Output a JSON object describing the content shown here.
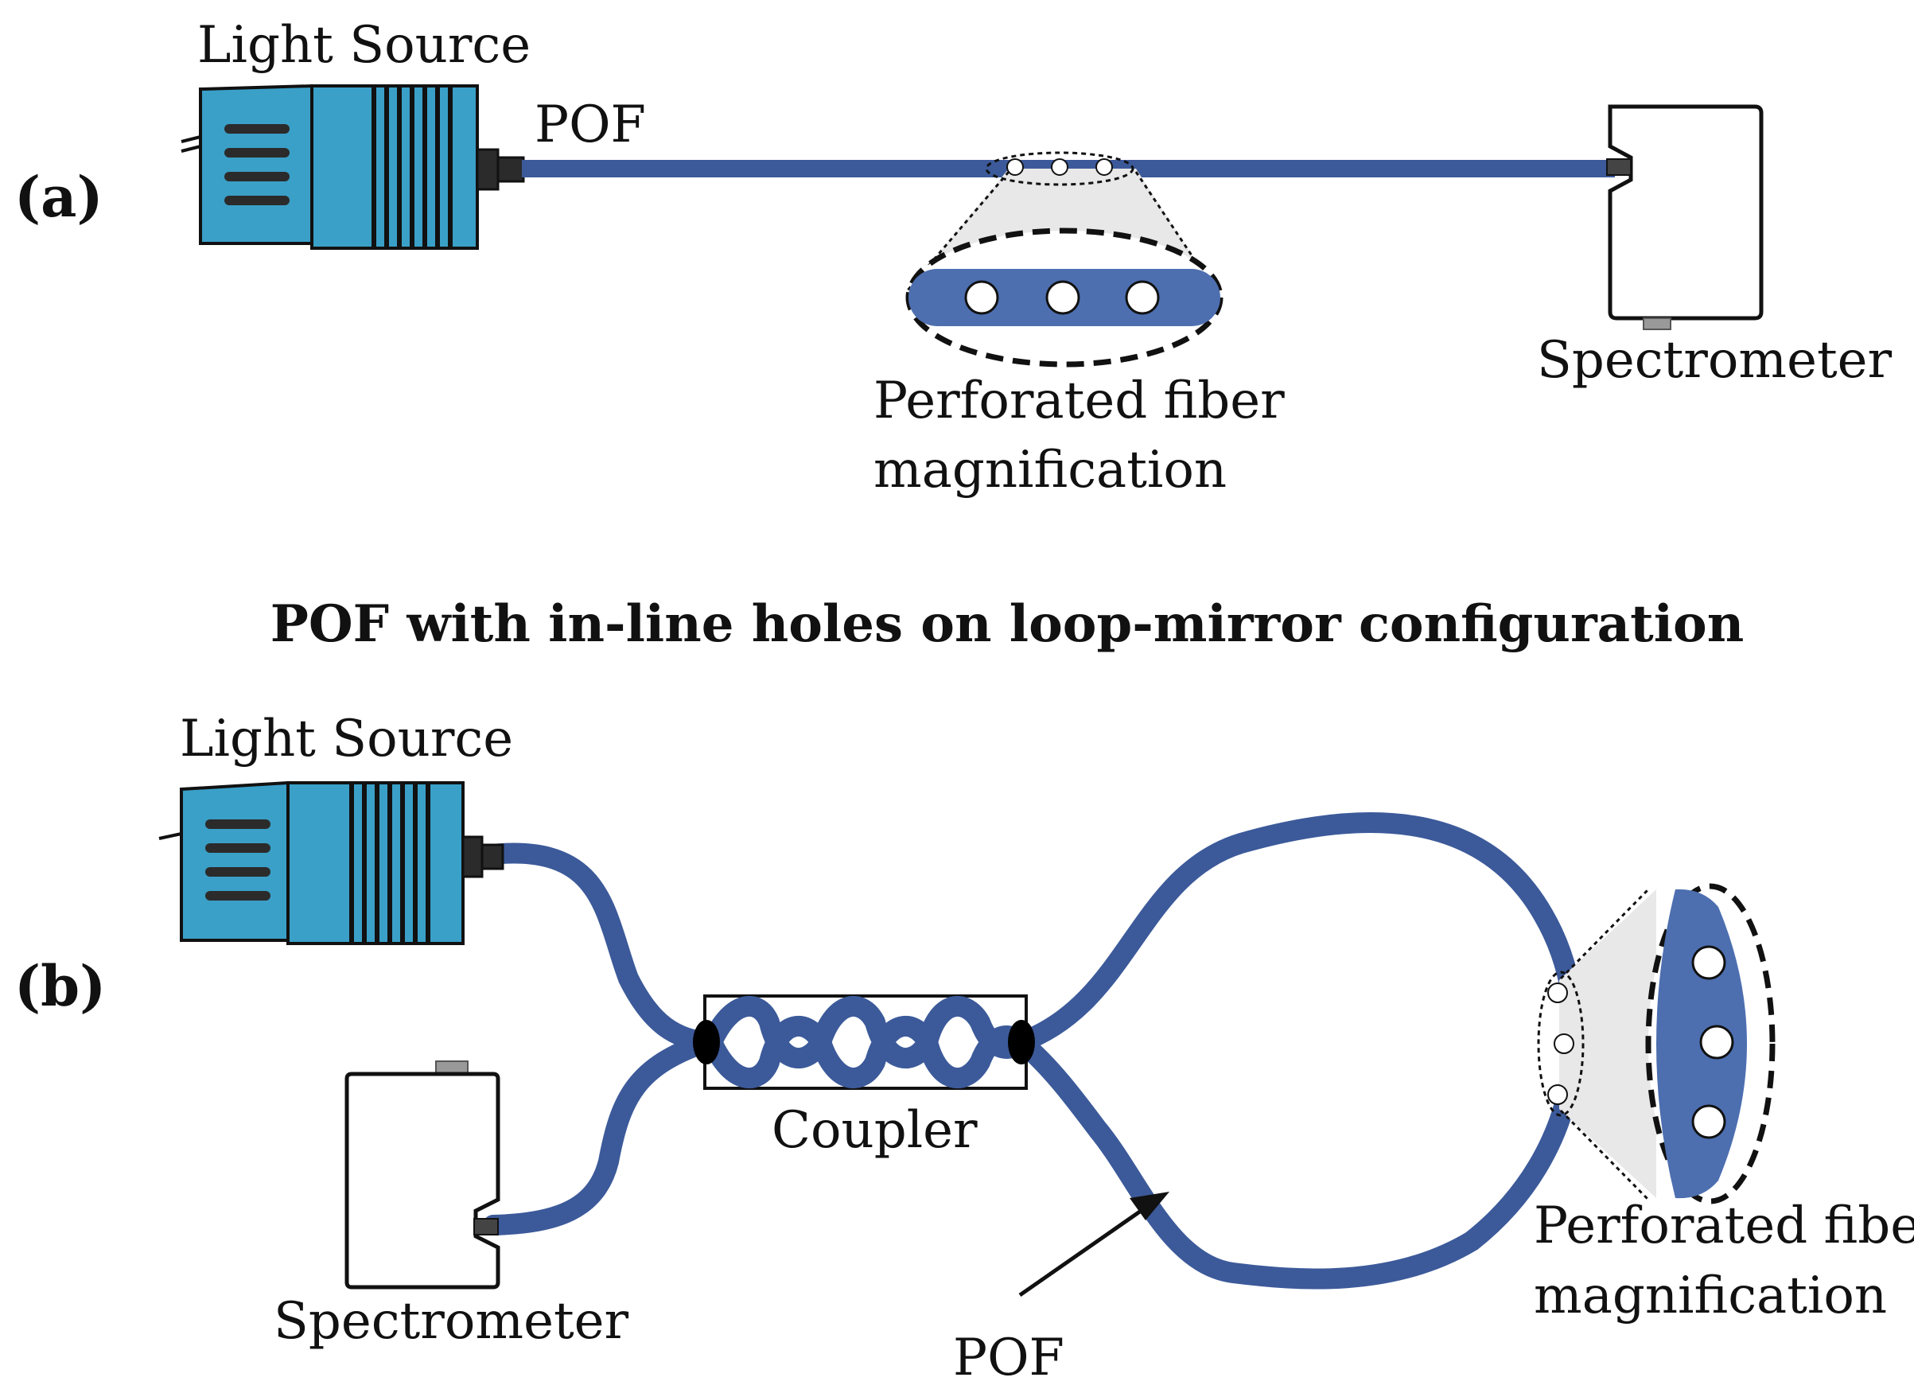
{
  "panel_a": {
    "panel_label": "(a)",
    "light_source_label": "Light Source",
    "fiber_label": "POF",
    "magnifier_label_line1": "Perforated fiber",
    "magnifier_label_line2": "magnification",
    "spectrometer_label": "Spectrometer"
  },
  "heading": "POF with in-line holes on loop-mirror configuration",
  "panel_b": {
    "panel_label": "(b)",
    "light_source_label": "Light Source",
    "spectrometer_label": "Spectrometer",
    "coupler_label": "Coupler",
    "fiber_label": "POF",
    "magnifier_label_line1": "Perforated fiber",
    "magnifier_label_line2": "magnification"
  },
  "colors": {
    "fiber": "#3c5a9a",
    "fiber_magnified": "#4d6fb0",
    "light_source_body": "#3aa0c8",
    "outline": "#111111",
    "magnifier_fill": "#e8e8e8"
  }
}
